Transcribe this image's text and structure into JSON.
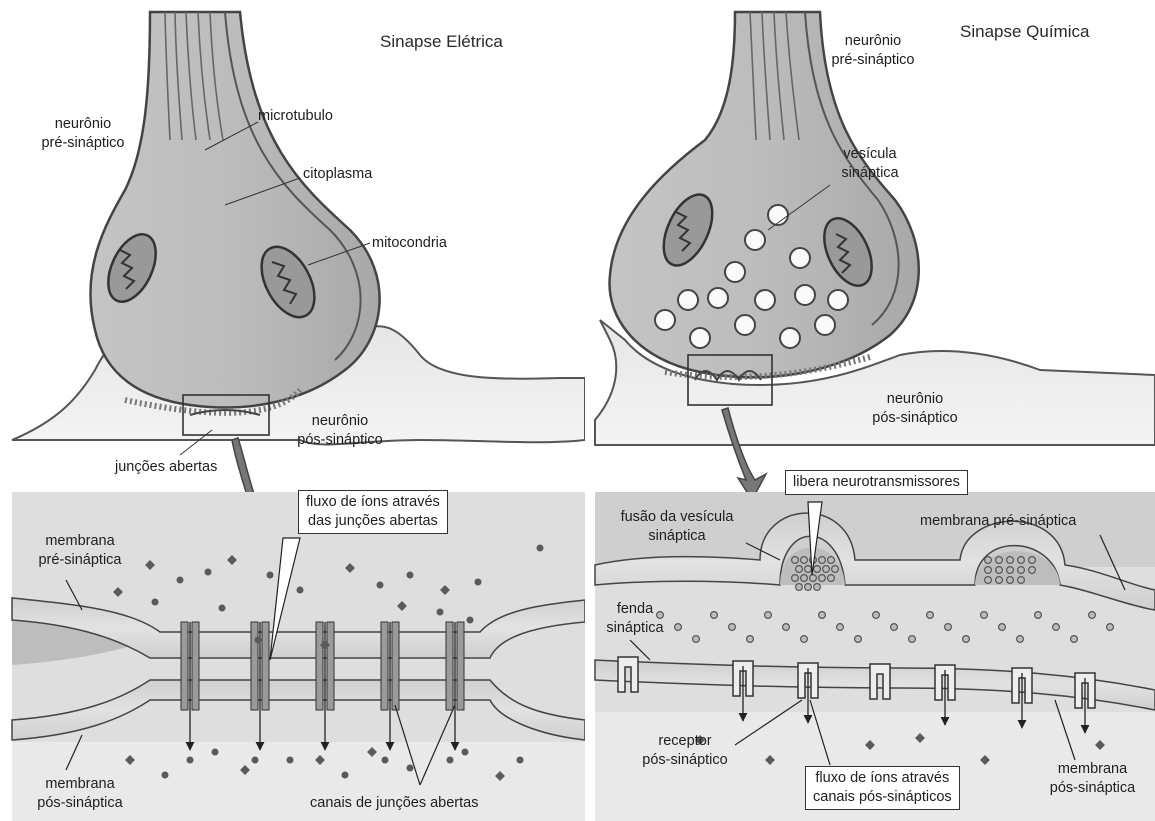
{
  "electrical": {
    "title": "Sinapse Elétrica",
    "pre_neuron": [
      "neurônio",
      "pré-sináptico"
    ],
    "microtubule": "microtubulo",
    "cytoplasm": "citoplasma",
    "mitochondria": "mitocondria",
    "post_neuron": [
      "neurônio",
      "pós-sináptico"
    ],
    "gap_junctions": "junções abertas",
    "ion_flow": [
      "fluxo de íons através",
      "das junções abertas"
    ],
    "pre_membrane": [
      "membrana",
      "pré-sináptica"
    ],
    "post_membrane": [
      "membrana",
      "pós-sináptica"
    ],
    "gap_channels": "canais de junções abertas"
  },
  "chemical": {
    "title": "Sinapse Química",
    "pre_neuron": [
      "neurônio",
      "pré-sináptico"
    ],
    "vesicle": [
      "vesícula",
      "sináptica"
    ],
    "post_neuron": [
      "neurônio",
      "pós-sináptico"
    ],
    "releases": "libera neurotransmissores",
    "fusion": [
      "fusão da vesícula",
      "sináptica"
    ],
    "pre_membrane": "membrana pré-sináptica",
    "cleft": [
      "fenda",
      "sináptica"
    ],
    "receptor": [
      "receptor",
      "pós-sináptico"
    ],
    "ion_flow": [
      "fluxo de íons através",
      "canais pós-sinápticos"
    ],
    "post_membrane": [
      "membrana",
      "pós-sináptica"
    ]
  }
}
